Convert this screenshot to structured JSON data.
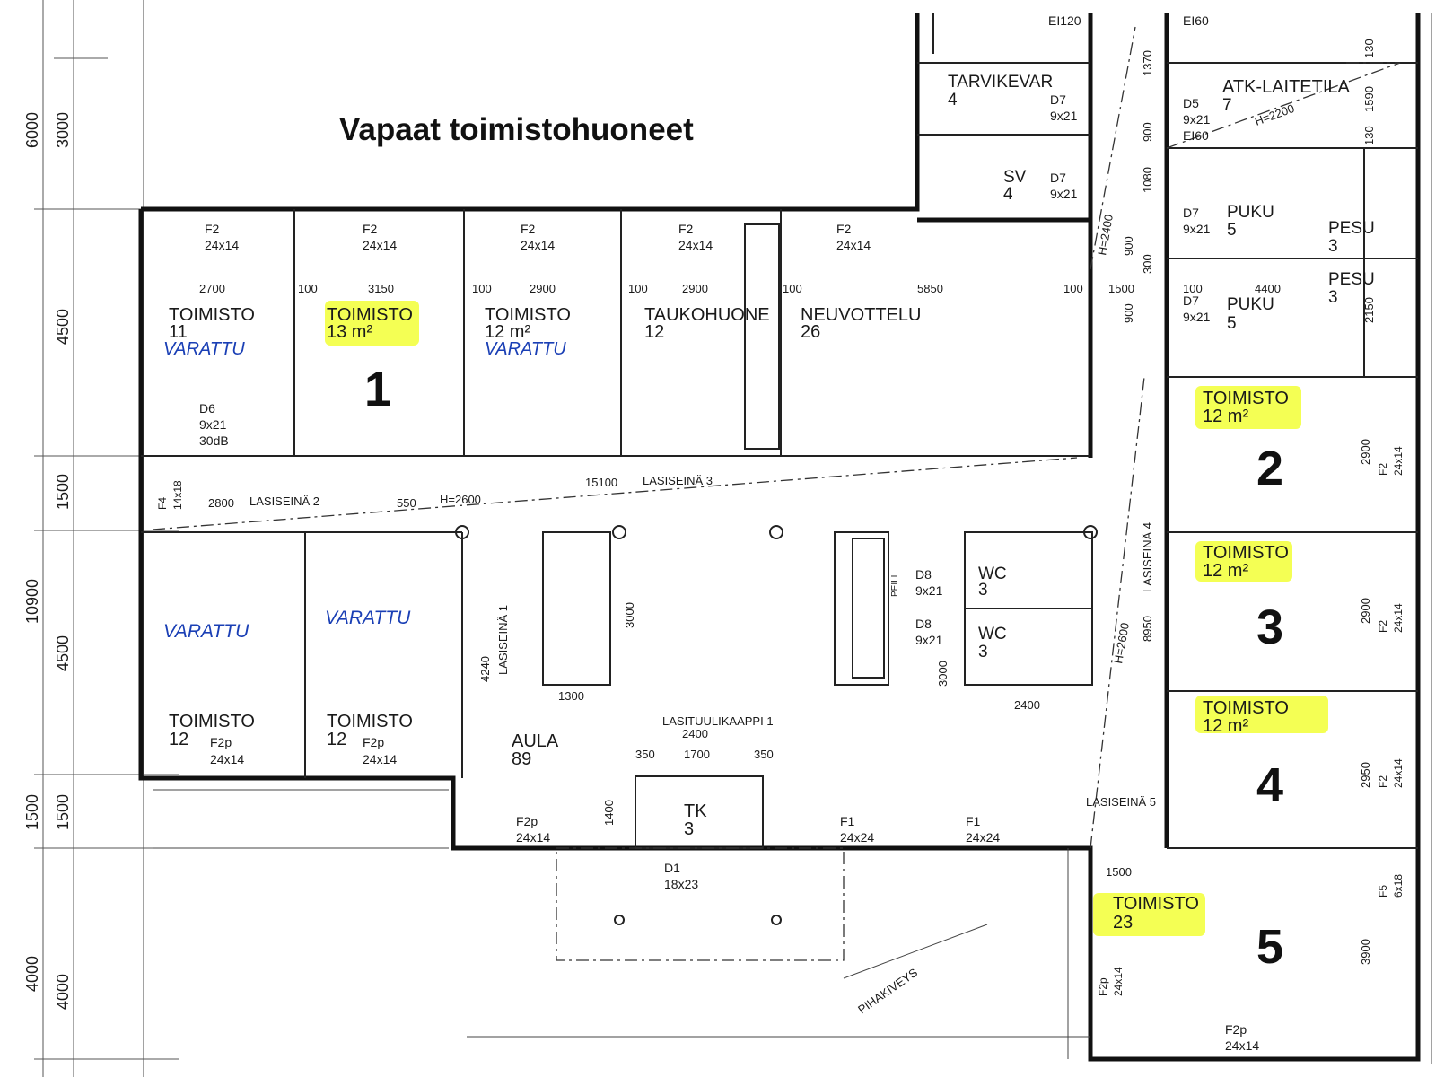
{
  "title": "Vapaat toimistohuoneet",
  "rooms": {
    "r_tarvikevar": {
      "name": "TARVIKEVAR",
      "num": "4"
    },
    "r_sv": {
      "name": "SV",
      "num": "4"
    },
    "r_atk": {
      "name": "ATK-LAITETILA",
      "num": "7"
    },
    "r_puku1": {
      "name": "PUKU",
      "num": "5"
    },
    "r_pesu1": {
      "name": "PESU",
      "num": "3"
    },
    "r_puku2": {
      "name": "PUKU",
      "num": "5"
    },
    "r_pesu2": {
      "name": "PESU",
      "num": "3"
    },
    "r_toim11": {
      "name": "TOIMISTO",
      "num": "11"
    },
    "r_toim13": {
      "name": "TOIMISTO",
      "num": "13 m²"
    },
    "r_toim12a": {
      "name": "TOIMISTO",
      "num": "12 m²"
    },
    "r_tauko": {
      "name": "TAUKOHUONE",
      "num": "12"
    },
    "r_neuv": {
      "name": "NEUVOTTELU",
      "num": "26"
    },
    "r_toim12b": {
      "name": "TOIMISTO",
      "num": "12"
    },
    "r_toim12c": {
      "name": "TOIMISTO",
      "num": "12"
    },
    "r_aula": {
      "name": "AULA",
      "num": "89"
    },
    "r_tk": {
      "name": "TK",
      "num": "3"
    },
    "r_wc1": {
      "name": "WC",
      "num": "3"
    },
    "r_wc2": {
      "name": "WC",
      "num": "3"
    },
    "r_right2": {
      "name": "TOIMISTO",
      "num": "12 m²"
    },
    "r_right3": {
      "name": "TOIMISTO",
      "num": "12 m²"
    },
    "r_right4": {
      "name": "TOIMISTO",
      "num": "12 m²"
    },
    "r_right5": {
      "name": "TOIMISTO",
      "num": "23"
    }
  },
  "big_numbers": [
    "1",
    "2",
    "3",
    "4",
    "5"
  ],
  "handwritten": {
    "reserved": "VARATTU"
  },
  "wall_labels": {
    "lasiseina1": "LASISEINÄ 1",
    "lasiseina2": "LASISEINÄ 2",
    "lasiseina3": "LASISEINÄ 3",
    "lasiseina4": "LASISEINÄ 4",
    "lasiseina5": "LASISEINÄ 5",
    "lasituulikaappi": "LASITUULIKAAPPI 1",
    "pihakiveys": "PIHAKIVEYS",
    "peili": "PEILI",
    "h2600a": "H=2600",
    "h2600b": "H=2600",
    "h2400": "H=2400",
    "h2200": "H=2200"
  },
  "windows": {
    "f2": "F2",
    "f2p": "F2p",
    "f1": "F1",
    "f4": "F4",
    "f5": "F5",
    "s24x14": "24x14",
    "s24x24": "24x24",
    "s14x18": "14x18",
    "s6x18": "6x18"
  },
  "doors": {
    "d6": "D6",
    "d6size": "9x21",
    "d6rate": "30dB",
    "d7": "D7",
    "d7size": "9x21",
    "d5": "D5",
    "d5size": "9x21",
    "d5rate": "EI60",
    "d8": "D8",
    "d8size": "9x21",
    "d1": "D1",
    "d1size": "18x23",
    "ei120": "EI120",
    "ei60": "EI60"
  },
  "dimensions": {
    "d2700": "2700",
    "d3150": "3150",
    "d2900": "2900",
    "d5850": "5850",
    "d100": "100",
    "d4400": "4400",
    "d1500": "1500",
    "d15100": "15100",
    "d2800": "2800",
    "d550": "550",
    "d4240": "4240",
    "d3000": "3000",
    "d1300": "1300",
    "d2400": "2400",
    "d350": "350",
    "d1700": "1700",
    "d1400": "1400",
    "d8950": "8950",
    "d2950": "2950",
    "d3900": "3900",
    "d1370": "1370",
    "d1590": "1590",
    "d130": "130",
    "d900": "900",
    "d1080": "1080",
    "d300": "300",
    "d2150": "2150",
    "left6000": "6000",
    "left3000": "3000",
    "left4500": "4500",
    "left1500": "1500",
    "left10900": "10900",
    "left4000": "4000"
  }
}
